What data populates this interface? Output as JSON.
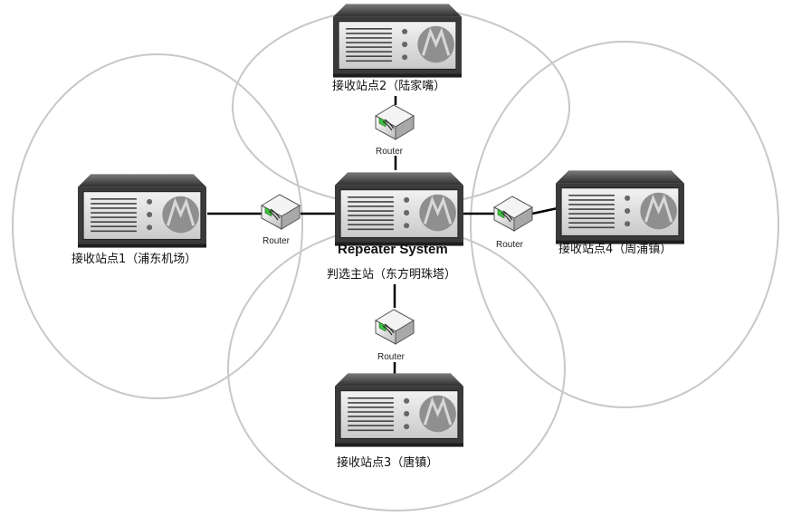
{
  "diagram": {
    "center": {
      "title": "Repeater System",
      "label": "判选主站（东方明珠塔）"
    },
    "stations": [
      {
        "id": "s1",
        "label": "接收站点1（浦东机场）"
      },
      {
        "id": "s2",
        "label": "接收站点2（陆家嘴）"
      },
      {
        "id": "s3",
        "label": "接收站点3（唐镇）"
      },
      {
        "id": "s4",
        "label": "接收站点4（周浦镇）"
      }
    ],
    "routers": [
      {
        "id": "r-left",
        "label": "Router"
      },
      {
        "id": "r-top",
        "label": "Router"
      },
      {
        "id": "r-bottom",
        "label": "Router"
      },
      {
        "id": "r-right",
        "label": "Router"
      }
    ],
    "colors": {
      "coverage": "#c8c8c8",
      "server_body": "#3a3a3a",
      "link": "#000000",
      "router_led": "#3fbf3f"
    }
  }
}
